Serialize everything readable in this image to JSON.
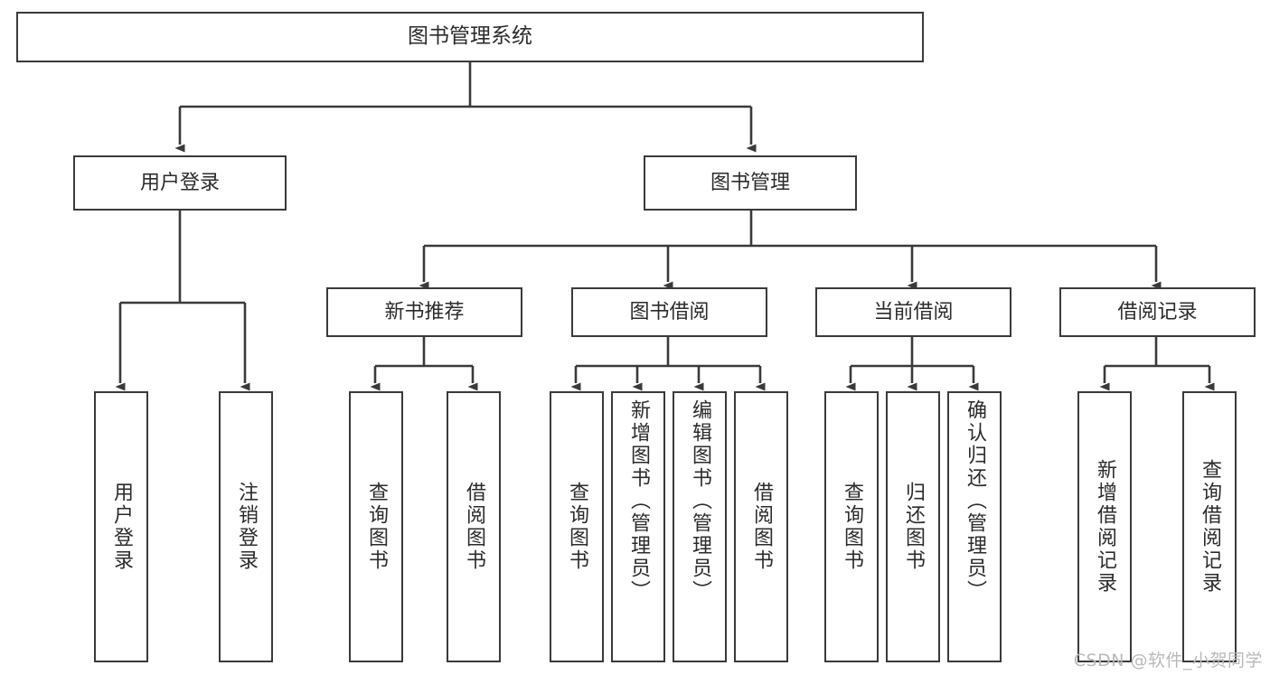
{
  "diagram": {
    "title": "图书管理系统",
    "type": "tree",
    "background_color": "#ffffff",
    "line_color": "#3a3a3a",
    "text_color": "#2b2b2b",
    "nodes": {
      "root": {
        "label": "图书管理系统"
      },
      "level1": [
        {
          "label": "用户登录"
        },
        {
          "label": "图书管理"
        }
      ],
      "level2": [
        {
          "label": "新书推荐"
        },
        {
          "label": "图书借阅"
        },
        {
          "label": "当前借阅"
        },
        {
          "label": "借阅记录"
        }
      ],
      "leaves": {
        "user_login": [
          {
            "label": "用户登录"
          },
          {
            "label": "注销登录"
          }
        ],
        "new_book": [
          {
            "label": "查询图书"
          },
          {
            "label": "借阅图书"
          }
        ],
        "book_borrow": [
          {
            "label": "查询图书"
          },
          {
            "label": "新增图书（管理员）"
          },
          {
            "label": "编辑图书（管理员）"
          },
          {
            "label": "借阅图书"
          }
        ],
        "current_borrow": [
          {
            "label": "查询图书"
          },
          {
            "label": "归还图书"
          },
          {
            "label": "确认归还（管理员）"
          }
        ],
        "borrow_record": [
          {
            "label": "新增借阅记录"
          },
          {
            "label": "查询借阅记录"
          }
        ]
      }
    }
  },
  "watermark": {
    "text": "CSDN @软件_小贺同学"
  }
}
